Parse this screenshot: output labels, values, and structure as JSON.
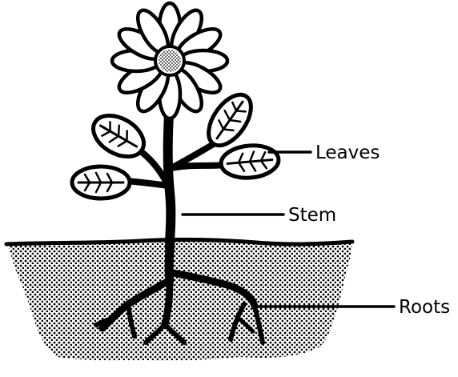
{
  "labels": {
    "leaves": "Leaves",
    "stem": "Stem",
    "roots": "Roots"
  },
  "colors": {
    "ink": "#000000",
    "background": "#ffffff"
  }
}
